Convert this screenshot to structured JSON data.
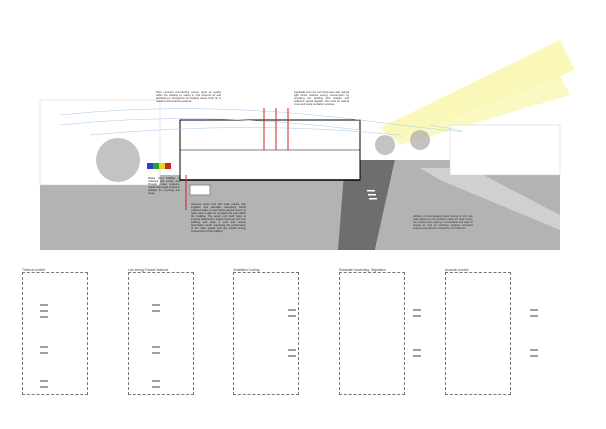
{
  "notes": {
    "roof_vent": "Roof mounted Anti-Venting ensure good air quality within the building by taking in cool external air and distributing it throughout the building where fresh air is needed and extracting stale air.",
    "lightwells": "Lightwells from the roof flood area with natural light which reduces energy consumption by providing the building with shaded and sufficient natural daylight. Also used for natural cross and stack ventilation process.",
    "waste": "Waste from building is collected and sorted, and through proper systems, makes that waste is back in building for recycling and reuse.",
    "green_roof": "Intensive green roof with solar panels, drip irrigation and rainwater harvesting where collected water is kept below ground level in a water tank to later be recycled and used within the building. The green roof itself helps to improve biodiversity, reduce heat loss from the building and keep it cool and reduce stormwater runoff, improving the performance of the solar panels and the overall energy consumption of the building.",
    "plaza": "Addition of a landscaped plaza closing on the main road adjacent to the building makes for wider street, the environment making it comfortable and safe for people as well as reducing negative acoustics impacts and pollution caused by car traffic etc."
  },
  "panels": [
    {
      "title": "Thermal comfort"
    },
    {
      "title": "Low energy Facade features"
    },
    {
      "title": "Ventilation Cooling"
    },
    {
      "title": "Rainwater harvesting, Vegetation"
    },
    {
      "title": "Acoustic comfort"
    }
  ],
  "colors": {
    "ground": "#b3b3b3",
    "road": "#6e6e6e",
    "sun": "#f3f06a",
    "arrow": "#d62020",
    "air": "#a8c8e8"
  }
}
